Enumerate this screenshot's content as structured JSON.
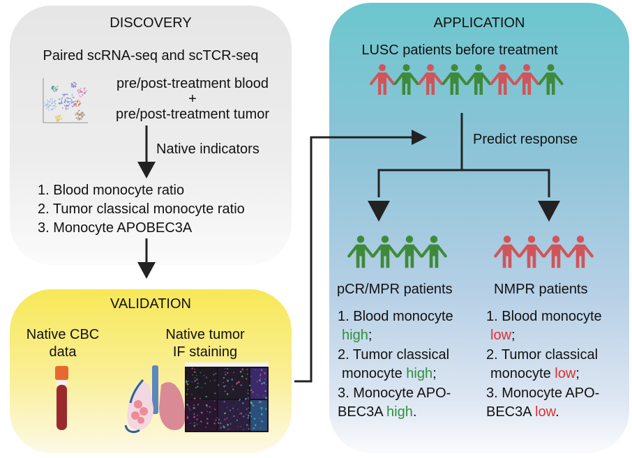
{
  "discovery": {
    "title": "DISCOVERY",
    "subtitle": "Paired scRNA-seq and scTCR-seq",
    "samples_line1": "pre/post-treatment blood",
    "samples_plus": "+",
    "samples_line2": "pre/post-treatment tumor",
    "arrow_label": "Native indicators",
    "indicators": [
      "1. Blood monocyte ratio",
      "2. Tumor classical monocyte ratio",
      "3. Monocyte APOBEC3A"
    ],
    "tsne_icon": "tsne-scatter-plot-icon"
  },
  "validation": {
    "title": "VALIDATION",
    "cbc_line1": "Native CBC",
    "cbc_line2": "data",
    "if_line1": "Native tumor",
    "if_line2": "IF staining",
    "icons": [
      "blood-tube-icon",
      "lungs-icon",
      "if-staining-image"
    ]
  },
  "application": {
    "title": "APPLICATION",
    "subtitle": "LUSC patients before treatment",
    "arrow_label": "Predict response",
    "cohort_colors": [
      "red",
      "green",
      "red",
      "green",
      "green",
      "red",
      "red",
      "green"
    ],
    "groups": [
      {
        "label": "pCR/MPR patients",
        "color": "green",
        "count": 4,
        "items": [
          {
            "text_a": "1. Blood monocyte",
            "text_b": "",
            "level": "high",
            "end": ";"
          },
          {
            "text_a": "2. Tumor classical",
            "text_b": "monocyte ",
            "level": "high",
            "end": ";"
          },
          {
            "text_a": "3. Monocyte APO-",
            "text_b": "BEC3A ",
            "level": "high",
            "end": "."
          }
        ]
      },
      {
        "label": "NMPR patients",
        "color": "red",
        "count": 4,
        "items": [
          {
            "text_a": "1. Blood monocyte",
            "text_b": "",
            "level": "low",
            "end": ";"
          },
          {
            "text_a": "2. Tumor classical",
            "text_b": "monocyte ",
            "level": "low",
            "end": ";"
          },
          {
            "text_a": "3. Monocyte APO-",
            "text_b": "BEC3A ",
            "level": "low",
            "end": "."
          }
        ]
      }
    ]
  },
  "colors": {
    "green_person": "#3f8a3a",
    "red_person": "#d0555a",
    "high_text": "#2f8f3e",
    "low_text": "#e0312e",
    "arrow": "#222222"
  }
}
